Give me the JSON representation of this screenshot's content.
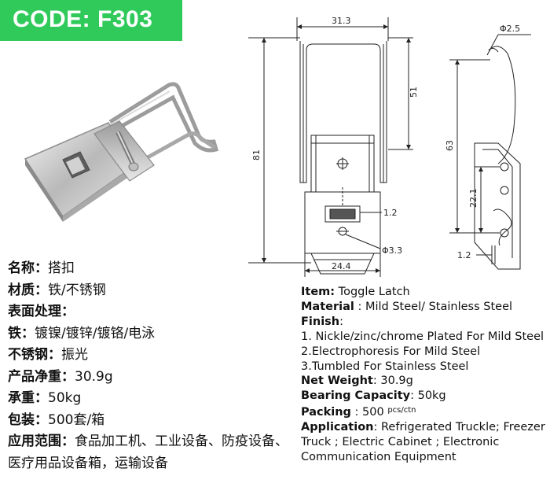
{
  "code_badge": "CODE: F303",
  "dimensions": {
    "top_width": "31.3",
    "hook_height": "51",
    "total_height": "81",
    "slot": "1.2",
    "hole_dia": "Φ3.3",
    "base_width": "24.4",
    "wire_dia": "Φ2.5",
    "side_height": "63",
    "lower_height": "22.1",
    "thickness": "1.2"
  },
  "cn_specs": [
    {
      "label": "名称：",
      "value": "搭扣"
    },
    {
      "label": "材质：",
      "value": "铁/不锈钢"
    },
    {
      "label": "表面处理：",
      "value": ""
    },
    {
      "label": "铁：",
      "value": "镀镍/镀锌/镀铬/电泳"
    },
    {
      "label": "不锈钢：",
      "value": "振光"
    },
    {
      "label": "产品净重：",
      "value": "30.9g"
    },
    {
      "label": "承重：",
      "value": "50kg"
    },
    {
      "label": "包装：",
      "value": "500套/箱"
    },
    {
      "label": "应用范围：",
      "value": "食品加工机、工业设备、防疫设备、医疗用品设备箱，运输设备"
    }
  ],
  "en_specs": {
    "item_label": "Item:",
    "item_value": " Toggle Latch",
    "material_label": "Material",
    "material_value": " : Mild Steel/ Stainless Steel",
    "finish_label": "Finish",
    "finish_colon": ":",
    "finish_1": "1. Nickle/zinc/chrome Plated For Mild Steel",
    "finish_2": "2.Electrophoresis For Mild Steel",
    "finish_3": "3.Tumbled For Stainless Steel",
    "weight_label": "Net Weight",
    "weight_value": ": 30.9g",
    "bearing_label": "Bearing Capacity",
    "bearing_value": ": 50kg",
    "packing_label": "Packing",
    "packing_value": " : 500 ",
    "packing_unit": "pcs/ctn",
    "application_label": "Application",
    "application_value": ": Refrigerated Truckle; Freezer Truck ; Electric Cabinet ; Electronic Communication Equipment"
  }
}
